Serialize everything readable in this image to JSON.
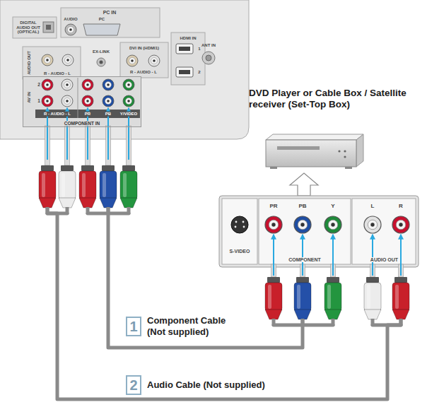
{
  "diagram": {
    "nodes": [
      {
        "text": [
          "COMPONENT IN"
        ]
      },
      {
        "text": [
          "DVD Player or Cable Box / Satellite receiver (Set-Top Box)"
        ]
      },
      {
        "text": [
          "COMPONENT"
        ]
      },
      {
        "text": [
          "AUDIO OUT"
        ]
      },
      {
        "text": [
          "1",
          "Component Cable (Not supplied)"
        ]
      },
      {
        "text": [
          "2",
          "Audio Cable (Not supplied)"
        ]
      }
    ],
    "edges": [
      {
        "from": 0,
        "to": 2,
        "arrow": "none"
      },
      {
        "from": 0,
        "to": 3,
        "arrow": "none"
      }
    ],
    "labels": [
      "DIGITAL AUDIO OUT (OPTICAL)",
      "PC IN",
      "AUDIO",
      "PC",
      "AUDIO OUT",
      "R - AUDIO - L",
      "EX-LINK",
      "DVI IN (HDMI1)",
      "R - AUDIO - L",
      "HDMI IN",
      "1",
      "2",
      "ANT IN",
      "AV IN",
      "2",
      "1",
      "R - AUDIO - L",
      "PR",
      "PB",
      "Y/VIDEO",
      "PR",
      "PB",
      "Y",
      "L",
      "R",
      "S-VIDEO"
    ]
  }
}
